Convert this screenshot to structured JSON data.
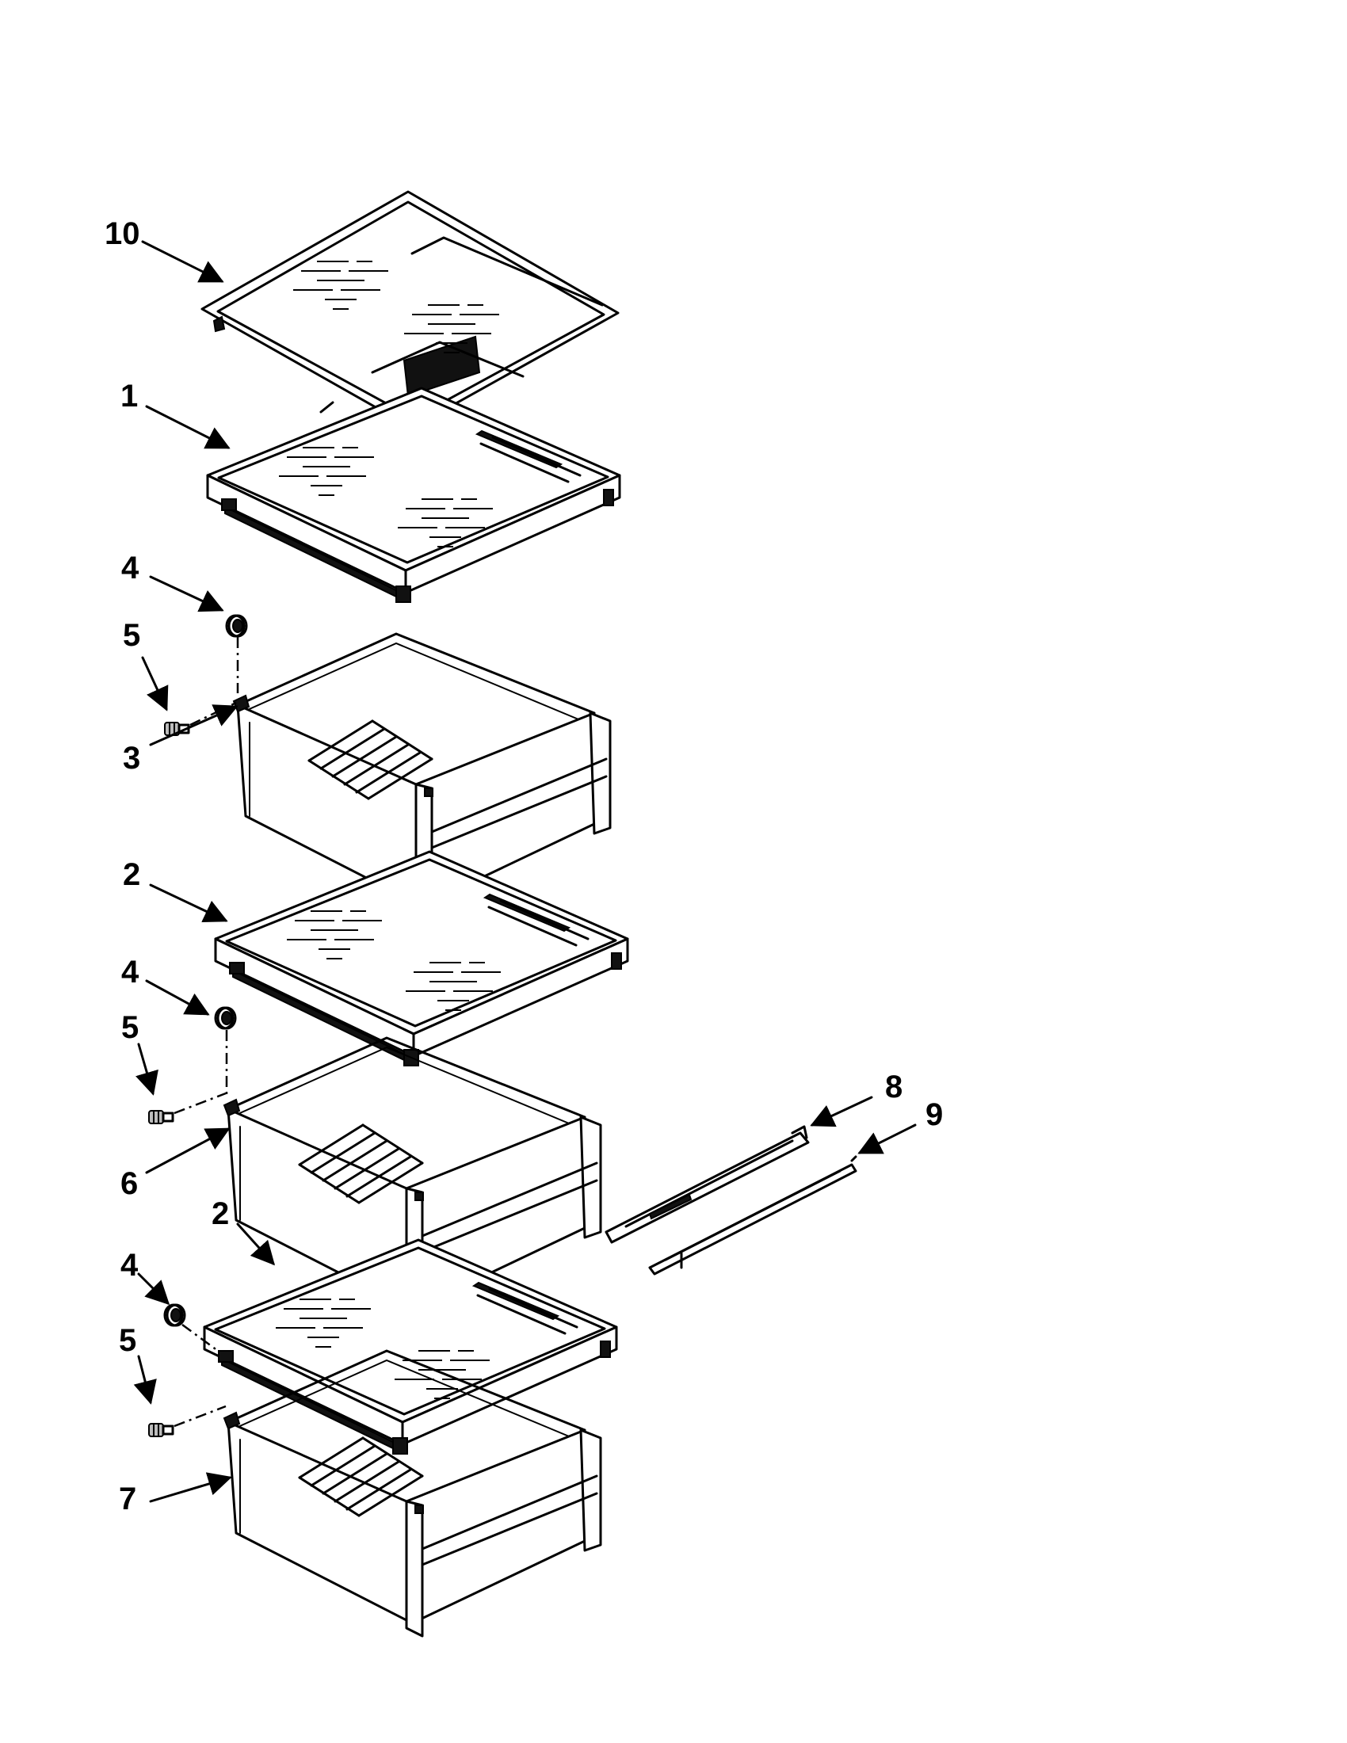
{
  "diagram": {
    "callouts": [
      {
        "id": "10",
        "label": "10"
      },
      {
        "id": "1",
        "label": "1"
      },
      {
        "id": "4a",
        "label": "4"
      },
      {
        "id": "5a",
        "label": "5"
      },
      {
        "id": "3",
        "label": "3"
      },
      {
        "id": "2a",
        "label": "2"
      },
      {
        "id": "4b",
        "label": "4"
      },
      {
        "id": "5b",
        "label": "5"
      },
      {
        "id": "6",
        "label": "6"
      },
      {
        "id": "2b",
        "label": "2"
      },
      {
        "id": "4c",
        "label": "4"
      },
      {
        "id": "5c",
        "label": "5"
      },
      {
        "id": "7",
        "label": "7"
      },
      {
        "id": "8",
        "label": "8"
      },
      {
        "id": "9",
        "label": "9"
      }
    ]
  }
}
